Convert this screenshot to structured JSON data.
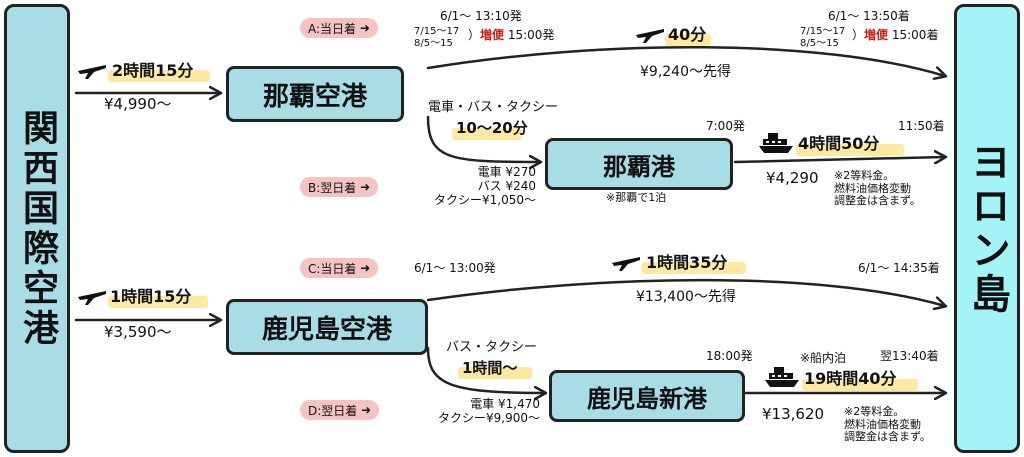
{
  "colors": {
    "node_fill": "#a9dde6",
    "dest_fill": "#a4f3f6",
    "pill_fill": "#f6c3c3",
    "highlight": "#fde9a2",
    "increase": "#d91a1a"
  },
  "origin": {
    "label": "関西国際空港"
  },
  "destination": {
    "label": "ヨロン島"
  },
  "nodes": {
    "naha_airport": "那覇空港",
    "naha_port": "那覇港",
    "kagoshima_airport": "鹿児島空港",
    "kagoshima_port": "鹿児島新港"
  },
  "routes": {
    "kansai_naha": {
      "duration": "2時間15分",
      "price": "¥4,990～",
      "icon": "airplane-icon"
    },
    "kansai_kagoshima": {
      "duration": "1時間15分",
      "price": "¥3,590～",
      "icon": "airplane-icon"
    },
    "A": {
      "tag": "A:当日着",
      "depart_date": "6/1～ 13:10発",
      "depart_extra_dates": [
        "7/15～17",
        "8/5～15"
      ],
      "depart_extra_label": "増便",
      "depart_extra_time": "15:00発",
      "arrive_date": "6/1～ 13:50着",
      "arrive_extra_dates": [
        "7/15～17",
        "8/5～15"
      ],
      "arrive_extra_label": "増便",
      "arrive_extra_time": "15:00着",
      "duration": "40分",
      "price": "¥9,240～先得",
      "icon": "airplane-icon"
    },
    "B": {
      "tag": "B:翌日着",
      "transfer_modes": "電車・バス・タクシー",
      "transfer_time": "10～20分",
      "fares": [
        "電車 ¥270",
        "バス ¥240",
        "タクシー¥1,050～"
      ],
      "depart_time": "7:00発",
      "arrive_time": "11:50着",
      "duration": "4時間50分",
      "price": "¥4,290",
      "note": [
        "※2等料金。",
        "燃料油価格変動",
        "調整金は含まず。"
      ],
      "stay_note": "※那覇で1泊",
      "icon": "ferry-icon"
    },
    "C": {
      "tag": "C:当日着",
      "depart_date": "6/1～ 13:00発",
      "arrive_date": "6/1～ 14:35着",
      "duration": "1時間35分",
      "price": "¥13,400～先得",
      "icon": "airplane-icon"
    },
    "D": {
      "tag": "D:翌日着",
      "transfer_modes": "バス・タクシー",
      "transfer_time": "1時間～",
      "fares": [
        "電車 ¥1,470",
        "タクシー¥9,900～"
      ],
      "depart_time": "18:00発",
      "overnight_note": "※船内泊",
      "arrive_time": "翌13:40着",
      "duration": "19時間40分",
      "price": "¥13,620",
      "note": [
        "※2等料金。",
        "燃料油価格変動",
        "調整金は含まず。"
      ],
      "icon": "ferry-icon"
    }
  }
}
